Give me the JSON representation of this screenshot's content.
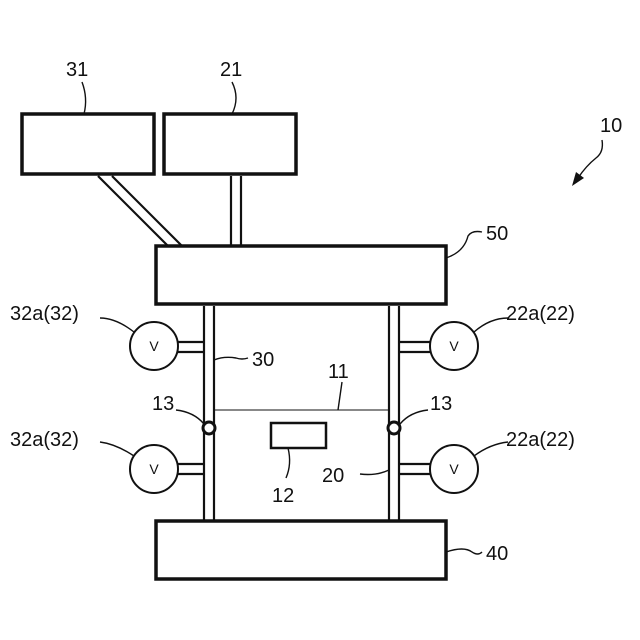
{
  "labels": {
    "system": "10",
    "box_31": "31",
    "box_21": "21",
    "box_50": "50",
    "box_40": "40",
    "pipe_30": "30",
    "pipe_20": "20",
    "level_11": "11",
    "sensor_12": "12",
    "node_13_left": "13",
    "node_13_right": "13",
    "valve_left_top": "32a(32)",
    "valve_left_bottom": "32a(32)",
    "valve_right_top": "22a(22)",
    "valve_right_bottom": "22a(22)"
  },
  "valve_symbol": "V"
}
